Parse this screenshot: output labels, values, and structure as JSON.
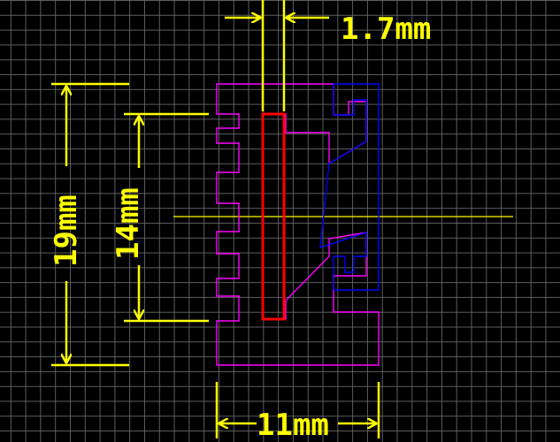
{
  "dimensions": {
    "pin_width": "1.7mm",
    "total_height": "19mm",
    "inner_height": "14mm",
    "total_width": "11mm"
  },
  "colors": {
    "background": "#000000",
    "grid": "#6e6e6e",
    "dimension": "#ffff00",
    "outline": "#ff00ff",
    "pin": "#ff0000",
    "latch": "#0000ff"
  }
}
